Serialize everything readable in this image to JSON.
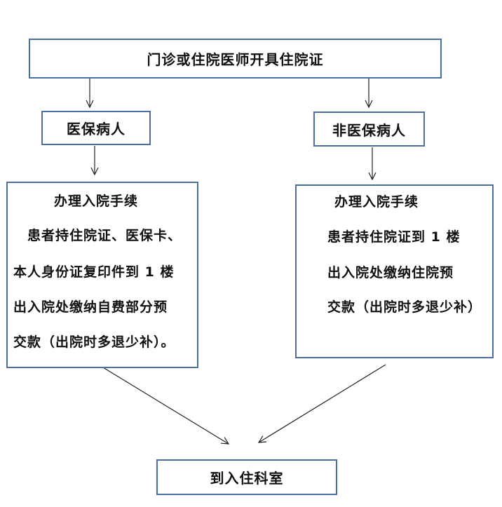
{
  "top_box": {
    "text": "门诊或住院医师开具住院证"
  },
  "left_branch": {
    "title": "医保病人",
    "detail_heading": "办理入院手续",
    "detail_lines": [
      "患者持住院证、医保卡、",
      "本人身份证复印件到 1 楼",
      "出入院处缴纳自费部分预",
      "交款（出院时多退少补）。"
    ]
  },
  "right_branch": {
    "title": "非医保病人",
    "detail_heading": "办理入院手续",
    "detail_lines": [
      "患者持住院证到 1 楼",
      "出入院处缴纳住院预",
      "交款（出院时多退少补）"
    ]
  },
  "bottom_box": {
    "text": "到入住科室"
  },
  "colors": {
    "border": "#4a6fa5",
    "arrow": "#222222",
    "text": "#111111"
  }
}
